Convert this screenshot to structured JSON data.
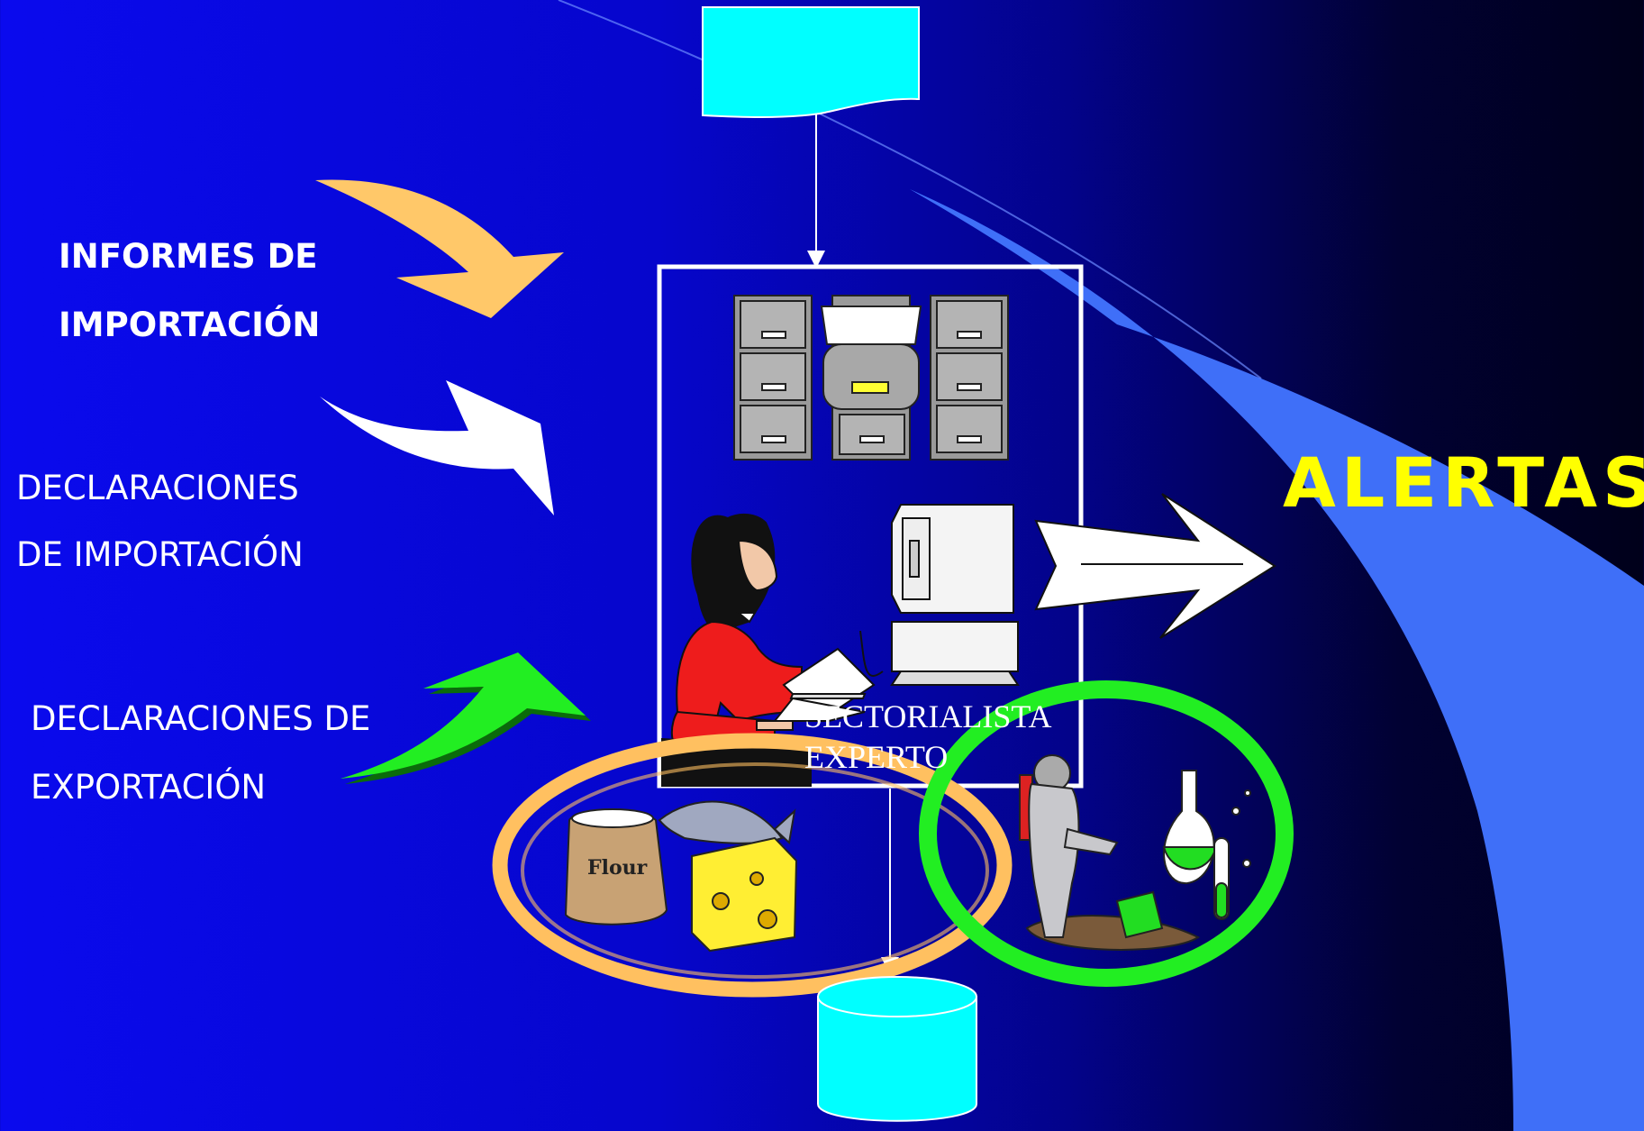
{
  "labels": {
    "informes_line1": "INFORMES DE",
    "informes_line2": "IMPORTACIÓN",
    "decl_import_line1": "DECLARACIONES",
    "decl_import_line2": "DE IMPORTACIÓN",
    "decl_export_line1": "DECLARACIONES DE",
    "decl_export_line2": "EXPORTACIÓN",
    "sectorialista": "SECTORIALISTA",
    "experto": "EXPERTO",
    "alertas": "ALERTAS",
    "flour": "Flour"
  },
  "colors": {
    "document": "#00ffff",
    "database": "#00ffff",
    "orange_arrow": "#ffc869",
    "white_arrow": "#ffffff",
    "green_arrow": "#22ee22",
    "alert_text": "#ffff00",
    "food_ring": "#ffc060",
    "lab_ring": "#22ee22",
    "beam": "#3f6ff8"
  },
  "icons": [
    "document-icon",
    "database-icon",
    "filing-cabinet-icon",
    "analyst-woman-icon",
    "computer-icon",
    "food-products-icon",
    "hazmat-lab-icon"
  ]
}
